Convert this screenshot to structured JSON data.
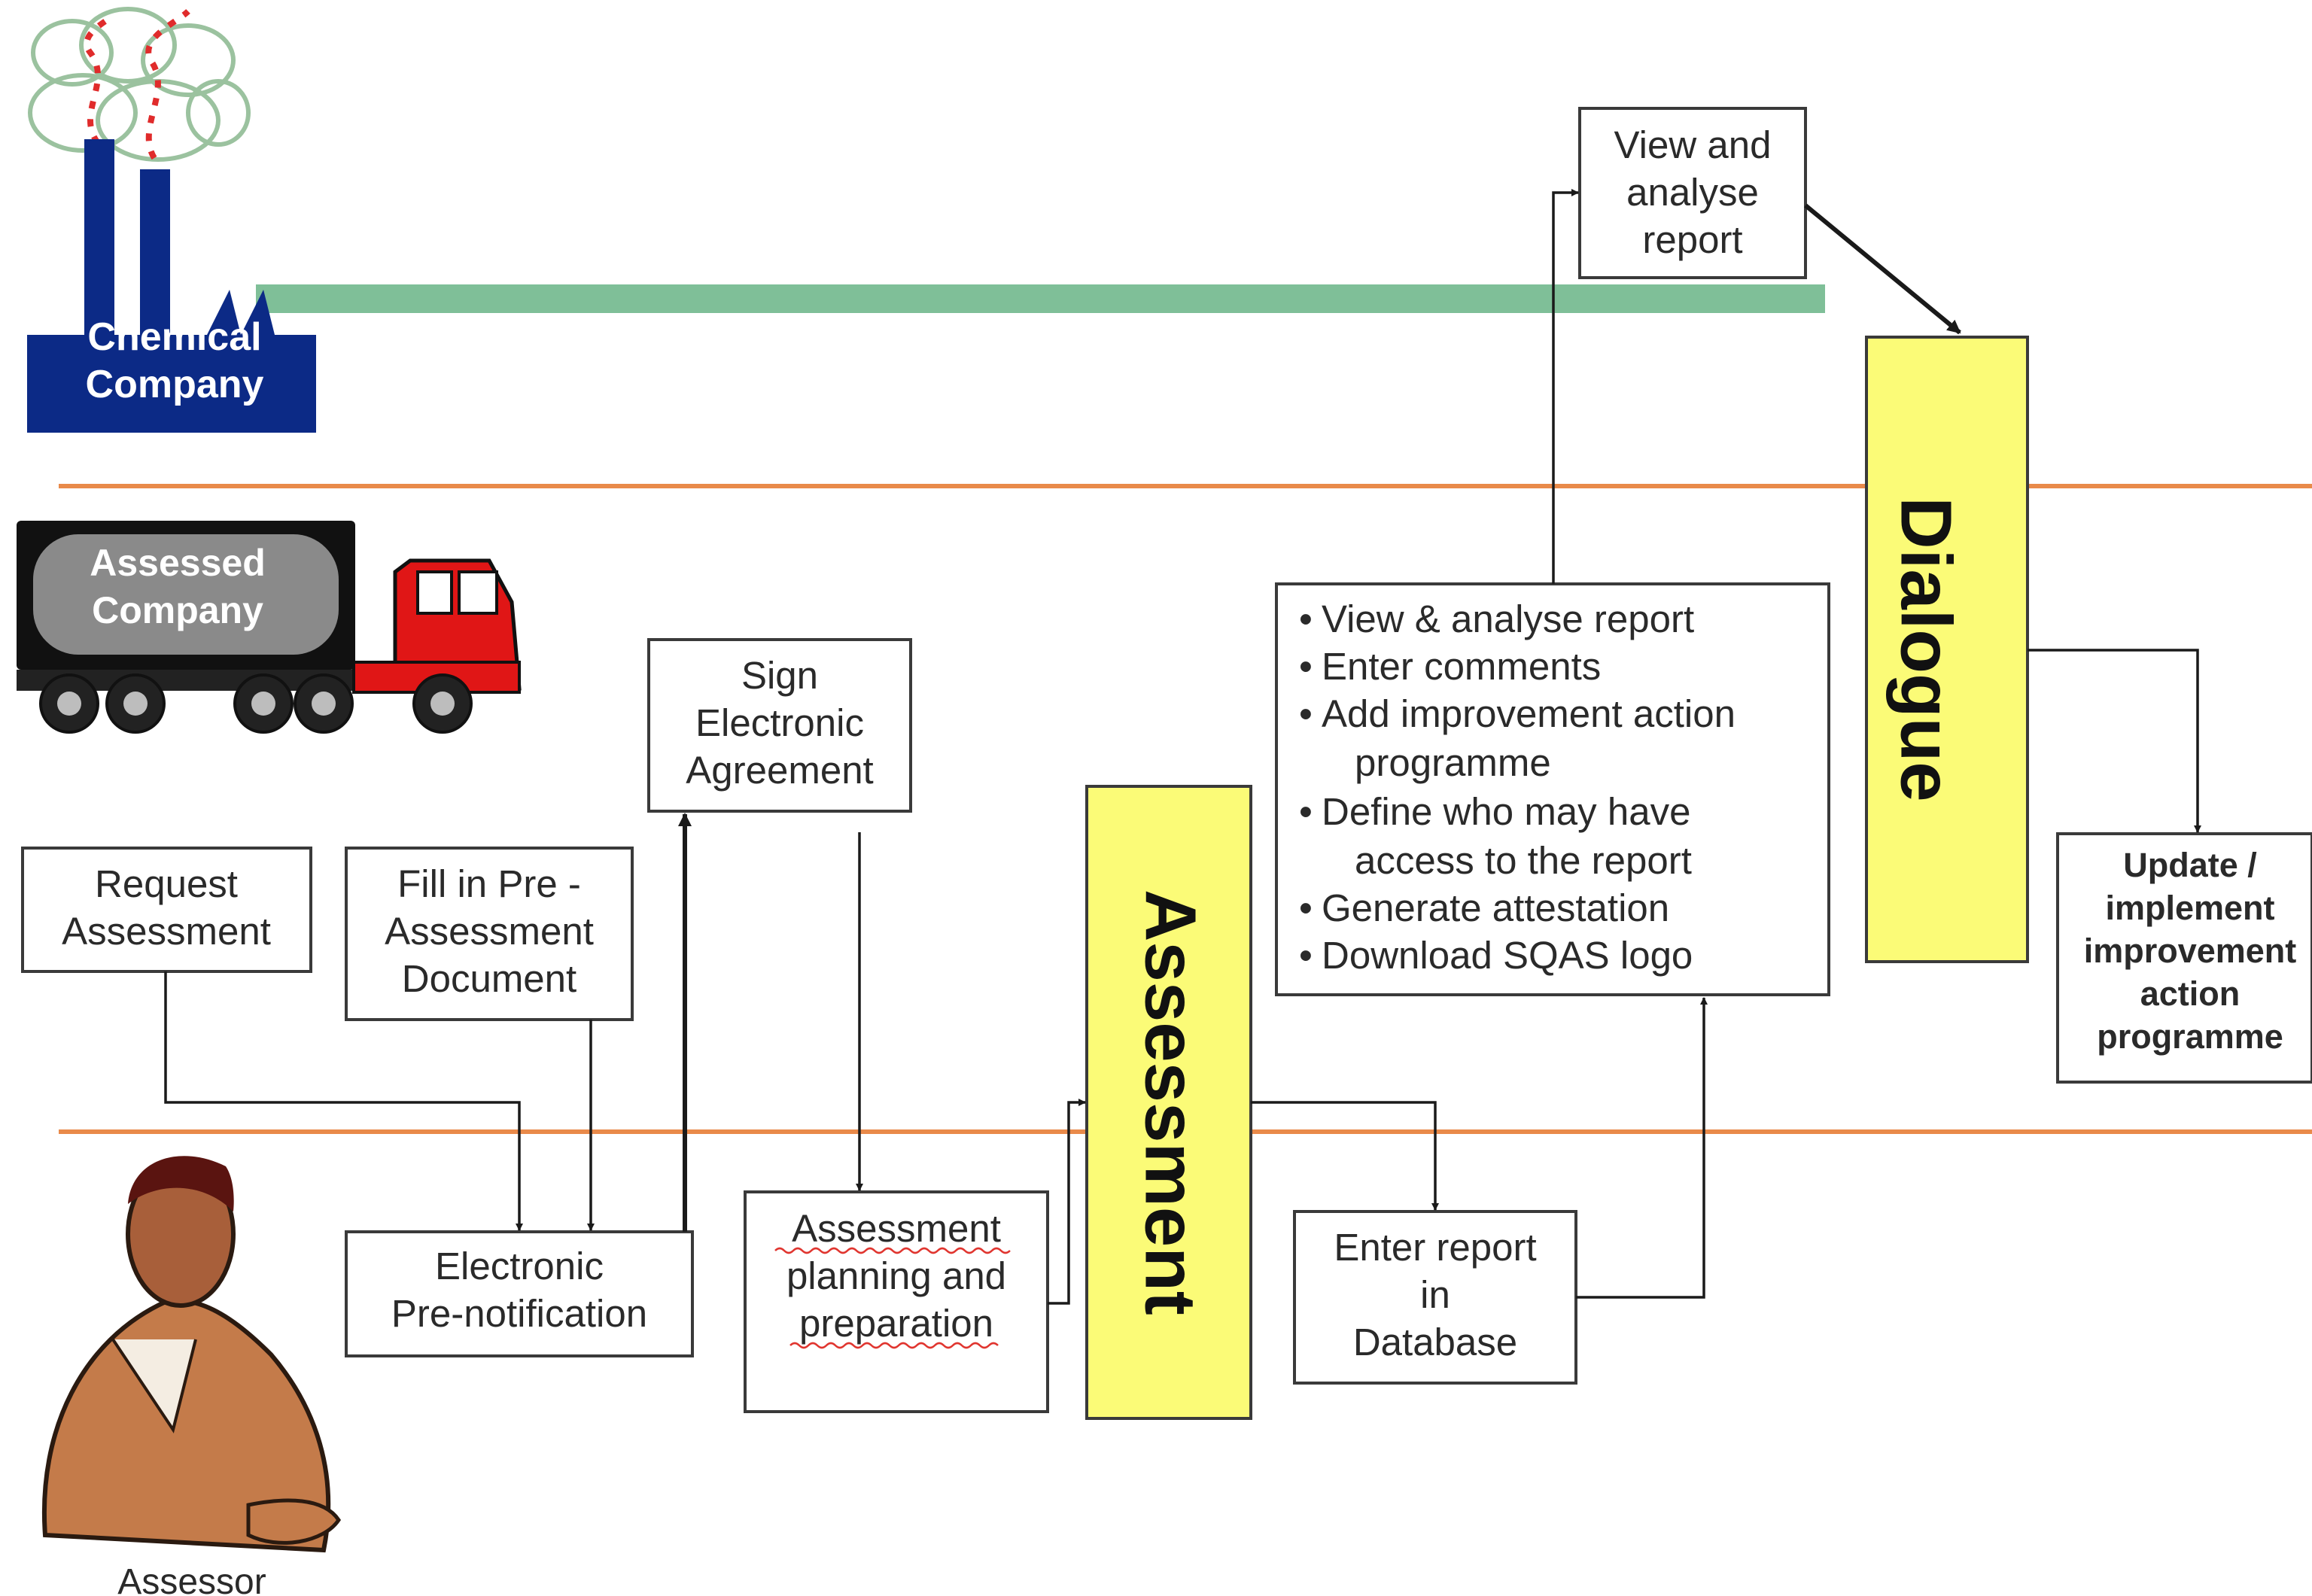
{
  "colors": {
    "lane_divider": "#e98a4a",
    "chemical_bar": "#7fbf98",
    "highlight_box": "#fbfb77",
    "factory": "#0c2a86",
    "truck_cab": "#e01616"
  },
  "icons": {
    "factory": "factory-icon",
    "truck": "truck-icon",
    "assessor": "assessor-person-icon"
  },
  "actors": {
    "chemical_company": [
      "Chemical",
      "Company"
    ],
    "assessed_company": [
      "Assessed",
      "Company"
    ],
    "assessor": "Assessor"
  },
  "boxes": {
    "view_analyse": [
      "View and",
      "analyse",
      "report"
    ],
    "dialogue": "Dialogue",
    "sign_agreement": [
      "Sign",
      "Electronic",
      "Agreement"
    ],
    "request": [
      "Request",
      "Assessment"
    ],
    "fill_in": [
      "Fill in Pre -",
      "Assessment",
      "Document"
    ],
    "pre_notification": [
      "Electronic",
      "Pre-notification"
    ],
    "planning": [
      "Assessment",
      "planning and",
      "preparation"
    ],
    "assessment": "Assessment",
    "enter_report": [
      "Enter report",
      "in",
      "Database"
    ],
    "update": [
      "Update /",
      "implement",
      "improvement",
      "action",
      "programme"
    ],
    "actions_list": [
      "View & analyse report",
      "Enter comments",
      "Add improvement action",
      "programme",
      "Define who may have",
      "access to the report",
      "Generate attestation",
      "Download SQAS logo"
    ]
  }
}
